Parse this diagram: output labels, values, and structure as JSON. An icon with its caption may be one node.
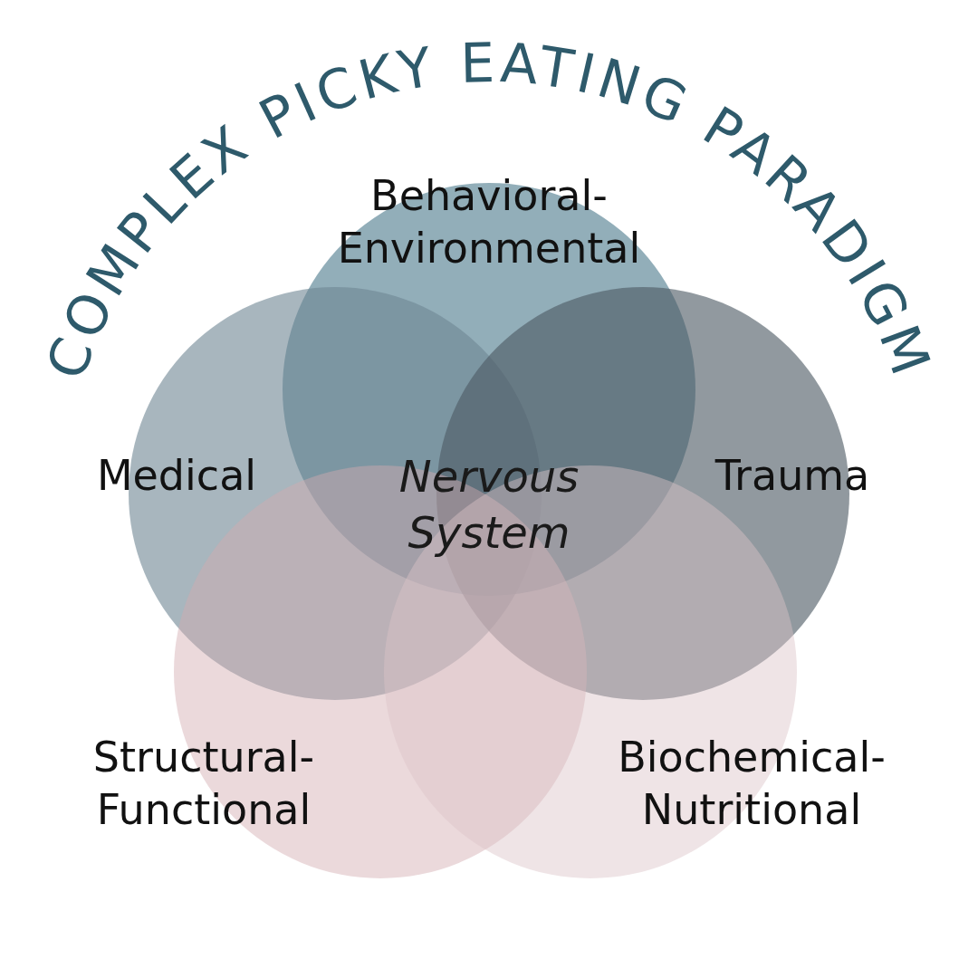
{
  "diagram": {
    "title": "COMPLEX PICKY EATING PARADIGM",
    "nodes": [
      {
        "text": [
          "Behavioral- Environmental"
        ]
      },
      {
        "text": [
          "Medical"
        ]
      },
      {
        "text": [
          "Trauma"
        ]
      },
      {
        "text": [
          "Structural- Functional"
        ]
      },
      {
        "text": [
          "Biochemical- Nutritional"
        ]
      }
    ],
    "edges": [],
    "labels": [
      "Nervous System"
    ]
  }
}
